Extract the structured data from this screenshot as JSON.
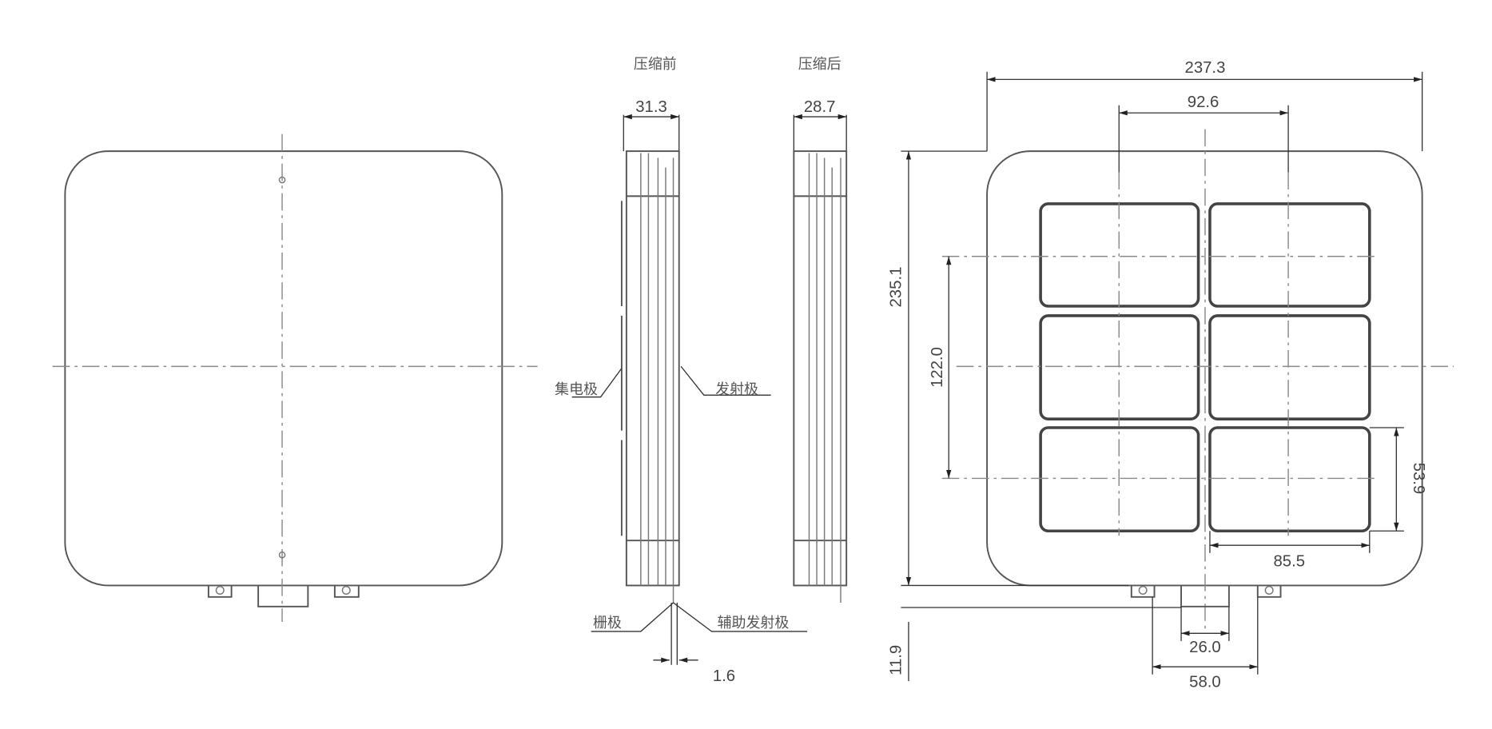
{
  "titles": {
    "before": "压缩前",
    "after": "压缩后"
  },
  "labels": {
    "collector": "集电极",
    "emitter": "发射极",
    "gate": "栅极",
    "aux_emitter": "辅助发射极"
  },
  "dimensions": {
    "thickness_before": "31.3",
    "thickness_after": "28.7",
    "pin_offset": "1.6",
    "width": "237.3",
    "pitch_x": "92.6",
    "height": "235.1",
    "pitch_y": "122.0",
    "cell_height": "53.9",
    "cell_width": "85.5",
    "connector_width": "26.0",
    "tab_span": "58.0",
    "tab_height": "11.9"
  }
}
